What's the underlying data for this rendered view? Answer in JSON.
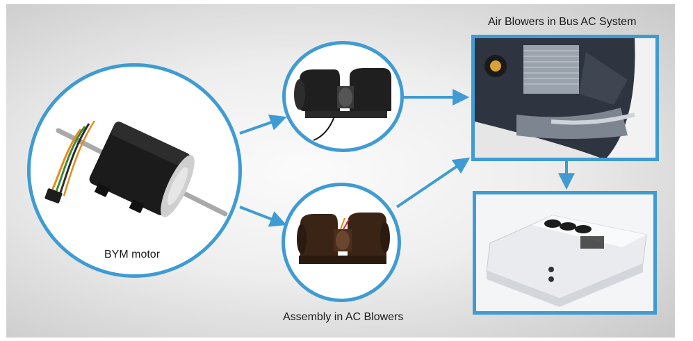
{
  "labels": {
    "motor": "BYM motor",
    "assembly": "Assembly in AC Blowers",
    "bus_system": "Air Blowers in Bus AC System"
  },
  "colors": {
    "accent": "#3f9bd3",
    "background_light": "#fbfbfb",
    "background_dark": "#c9c9c9"
  },
  "nodes": [
    {
      "id": "bym-motor",
      "label_key": "motor"
    },
    {
      "id": "blower-unit",
      "label_key": ""
    },
    {
      "id": "blower-assembly",
      "label_key": "assembly"
    },
    {
      "id": "bus-ac-interior",
      "label_key": "bus_system"
    },
    {
      "id": "rooftop-ac-unit",
      "label_key": ""
    }
  ],
  "edges": [
    {
      "from": "bym-motor",
      "to": "blower-unit"
    },
    {
      "from": "bym-motor",
      "to": "blower-assembly"
    },
    {
      "from": "blower-unit",
      "to": "bus-ac-interior"
    },
    {
      "from": "blower-assembly",
      "to": "bus-ac-interior"
    },
    {
      "from": "bus-ac-interior",
      "to": "rooftop-ac-unit"
    }
  ]
}
